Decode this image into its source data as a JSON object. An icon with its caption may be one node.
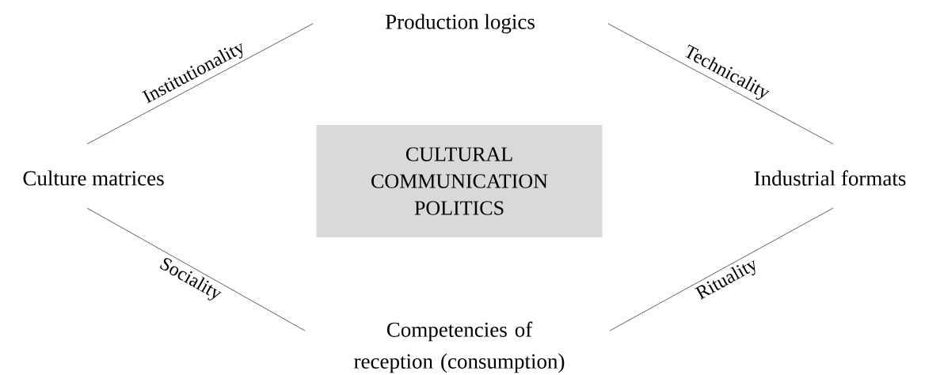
{
  "diagram": {
    "nodes": [
      {
        "text": [
          "Production logics"
        ]
      },
      {
        "text": [
          "Culture matrices"
        ]
      },
      {
        "text": [
          "CULTURAL COMMUNICATION POLITICS"
        ]
      },
      {
        "text": [
          "Industrial formats"
        ]
      },
      {
        "text": [
          "Competencies of reception (consumption)"
        ]
      }
    ],
    "edges": [
      {
        "from": 1,
        "to": 0,
        "arrow": "none",
        "label": "Institutionality"
      },
      {
        "from": 0,
        "to": 3,
        "arrow": "none",
        "label": "Technicality"
      },
      {
        "from": 1,
        "to": 4,
        "arrow": "none",
        "label": "Sociality"
      },
      {
        "from": 4,
        "to": 3,
        "arrow": "none",
        "label": "Rituality"
      }
    ]
  }
}
